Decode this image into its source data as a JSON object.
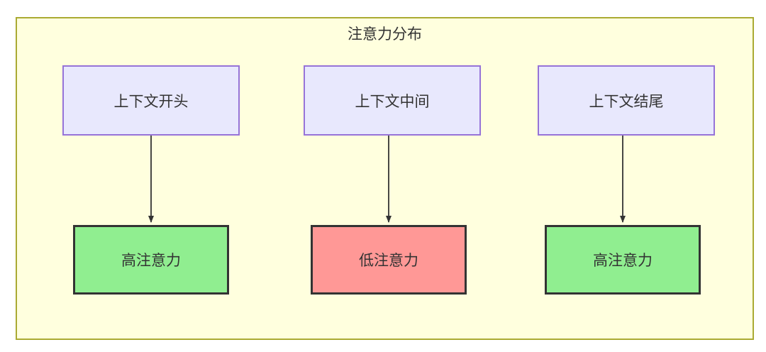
{
  "diagram": {
    "title": "注意力分布",
    "container": {
      "fill": "#ffffde",
      "stroke": "#aaaa33"
    },
    "top_nodes": [
      {
        "id": "context-start",
        "label": "上下文开头",
        "fill": "#e8e8fd",
        "stroke": "#9673d8"
      },
      {
        "id": "context-middle",
        "label": "上下文中间",
        "fill": "#e8e8fd",
        "stroke": "#9673d8"
      },
      {
        "id": "context-end",
        "label": "上下文结尾",
        "fill": "#e8e8fd",
        "stroke": "#9673d8"
      }
    ],
    "bottom_nodes": [
      {
        "id": "high-attention-start",
        "label": "高注意力",
        "fill": "#90ee90",
        "stroke": "#333333"
      },
      {
        "id": "low-attention-middle",
        "label": "低注意力",
        "fill": "#ff9896",
        "stroke": "#333333"
      },
      {
        "id": "high-attention-end",
        "label": "高注意力",
        "fill": "#90ee90",
        "stroke": "#333333"
      }
    ],
    "edges": [
      {
        "from": "context-start",
        "to": "high-attention-start",
        "label": ""
      },
      {
        "from": "context-middle",
        "to": "low-attention-middle",
        "label": ""
      },
      {
        "from": "context-end",
        "to": "high-attention-end",
        "label": ""
      }
    ],
    "edge_color": "#333333"
  }
}
